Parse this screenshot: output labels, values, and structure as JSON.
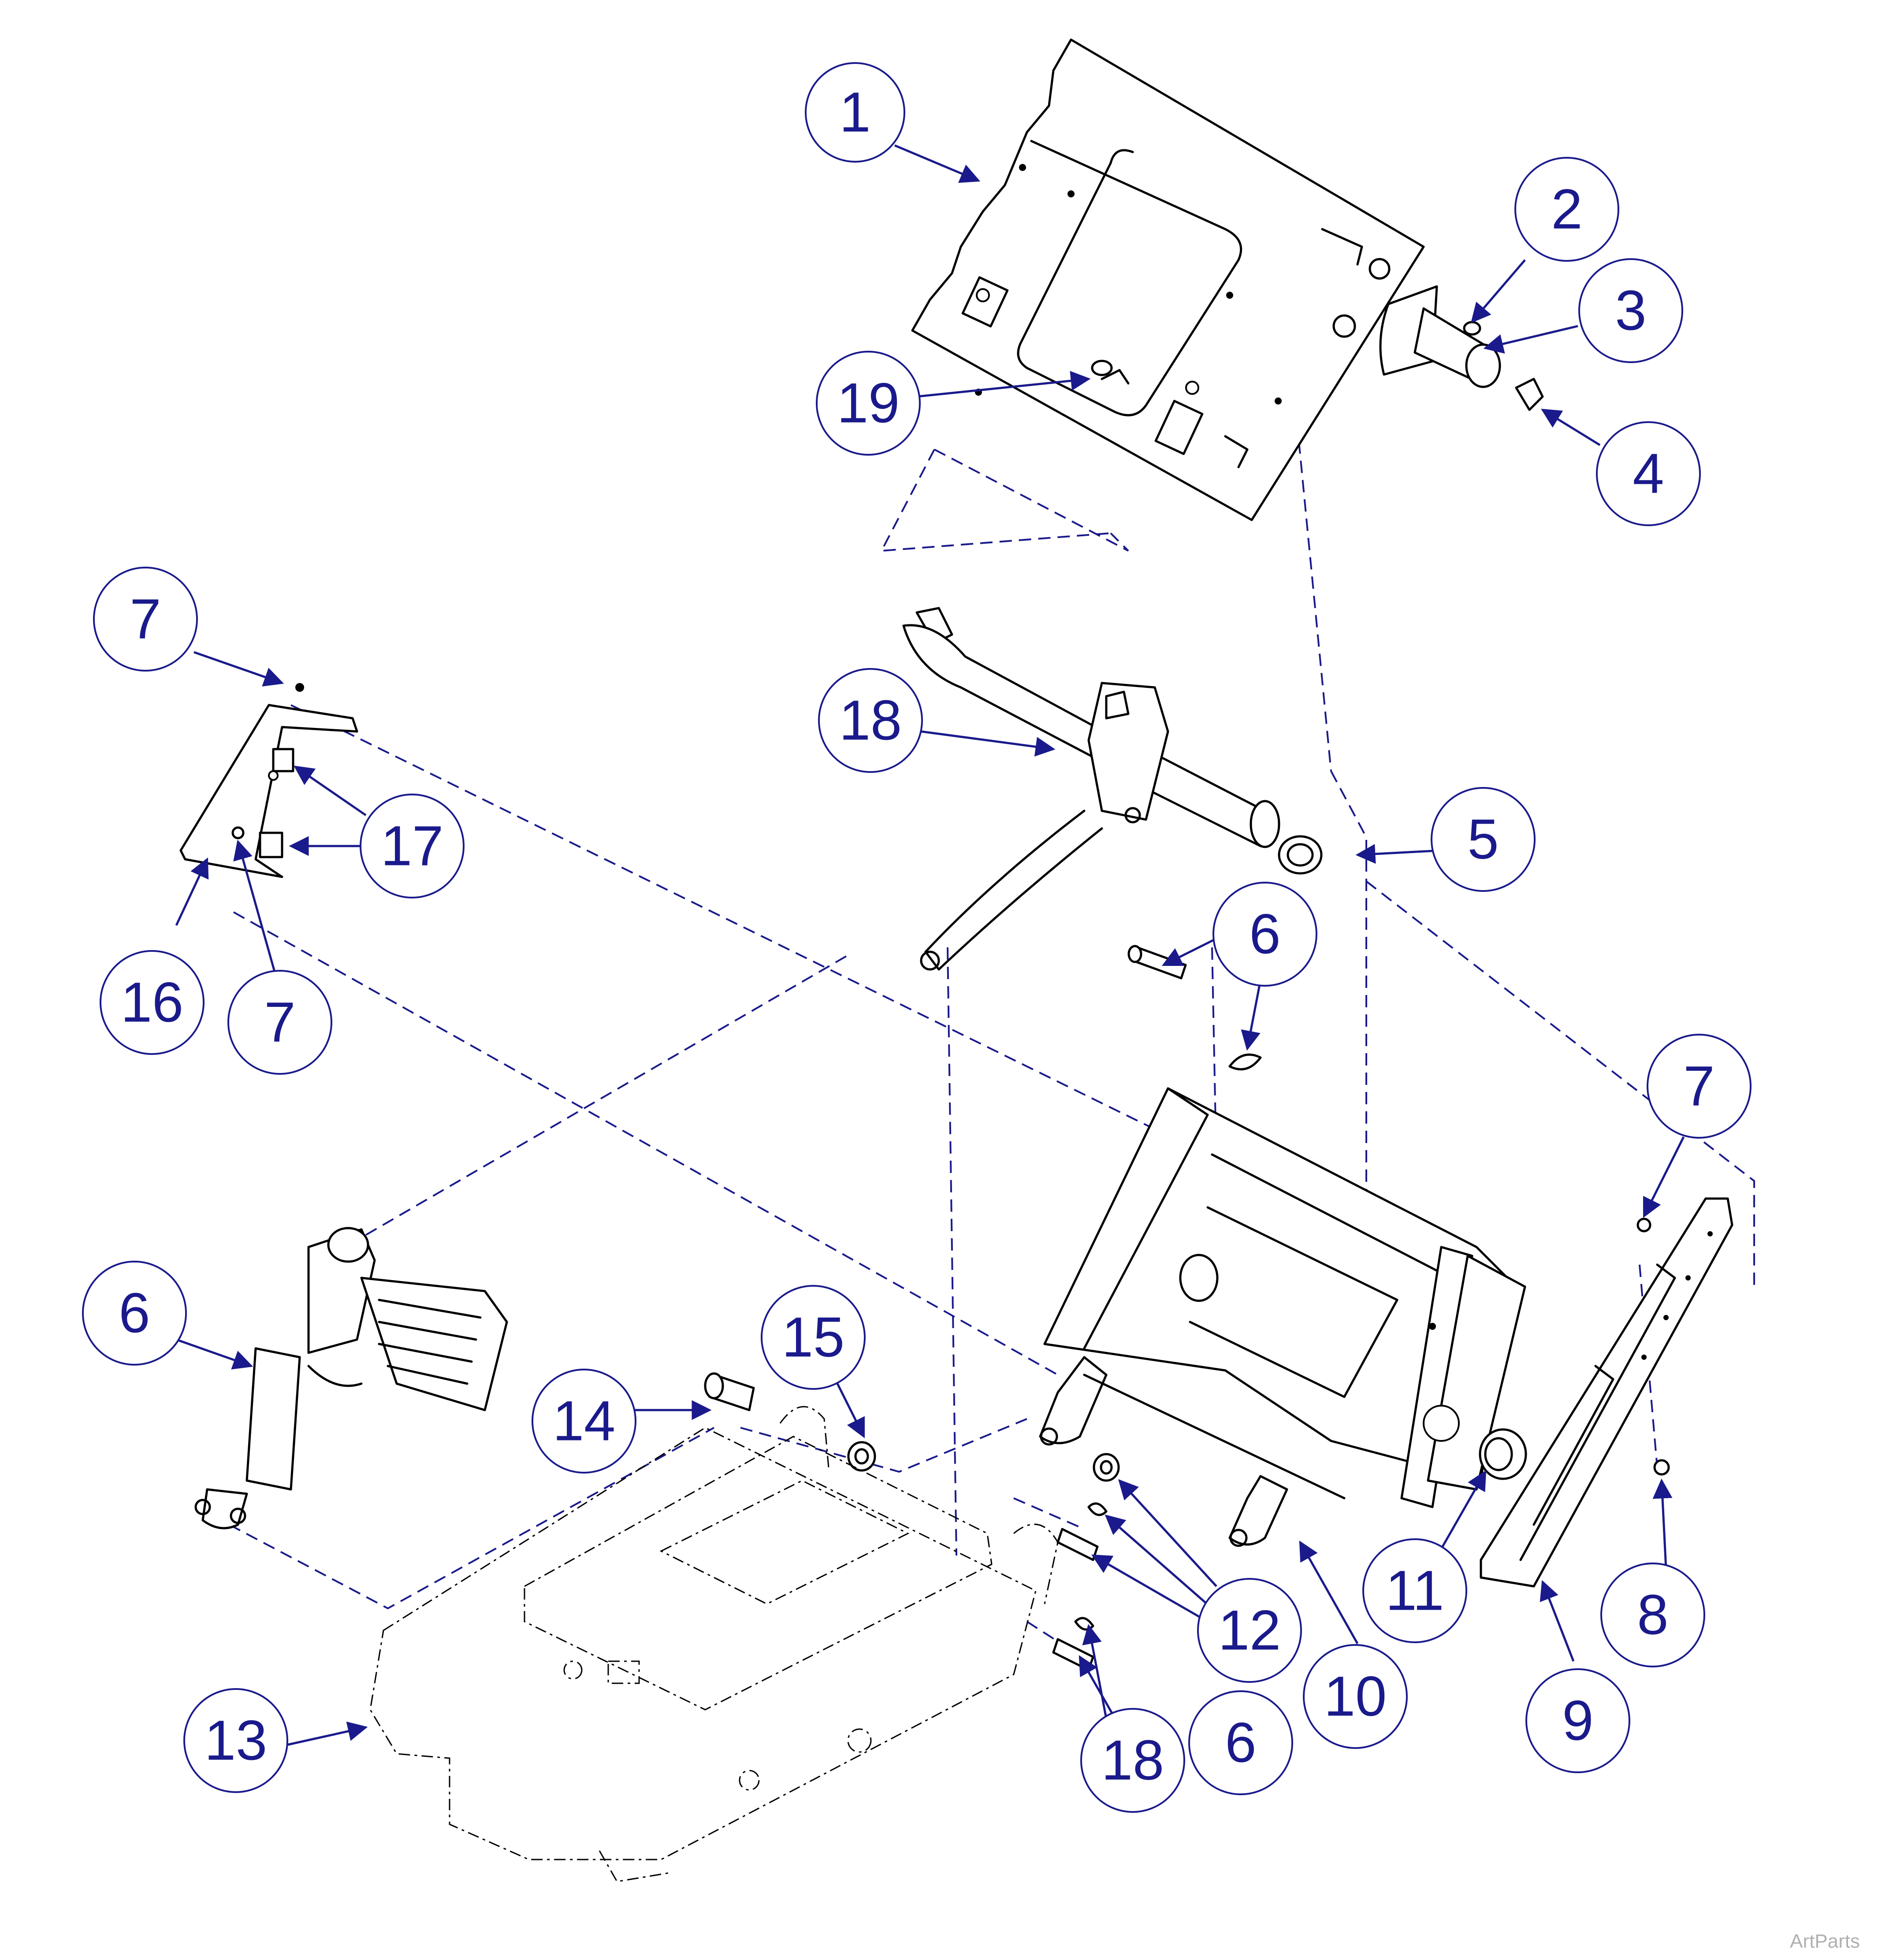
{
  "callouts": [
    {
      "id": "c1",
      "label": "1"
    },
    {
      "id": "c2",
      "label": "2"
    },
    {
      "id": "c3",
      "label": "3"
    },
    {
      "id": "c4",
      "label": "4"
    },
    {
      "id": "c19",
      "label": "19"
    },
    {
      "id": "c7a",
      "label": "7"
    },
    {
      "id": "c18a",
      "label": "18"
    },
    {
      "id": "c17",
      "label": "17"
    },
    {
      "id": "c16",
      "label": "16"
    },
    {
      "id": "c7b",
      "label": "7"
    },
    {
      "id": "c5",
      "label": "5"
    },
    {
      "id": "c6a",
      "label": "6"
    },
    {
      "id": "c7c",
      "label": "7"
    },
    {
      "id": "c6b",
      "label": "6"
    },
    {
      "id": "c15",
      "label": "15"
    },
    {
      "id": "c14",
      "label": "14"
    },
    {
      "id": "c12",
      "label": "12"
    },
    {
      "id": "c11",
      "label": "11"
    },
    {
      "id": "c8",
      "label": "8"
    },
    {
      "id": "c9",
      "label": "9"
    },
    {
      "id": "c10",
      "label": "10"
    },
    {
      "id": "c6c",
      "label": "6"
    },
    {
      "id": "c18b",
      "label": "18"
    },
    {
      "id": "c13",
      "label": "13"
    }
  ],
  "watermark": "ArtParts"
}
